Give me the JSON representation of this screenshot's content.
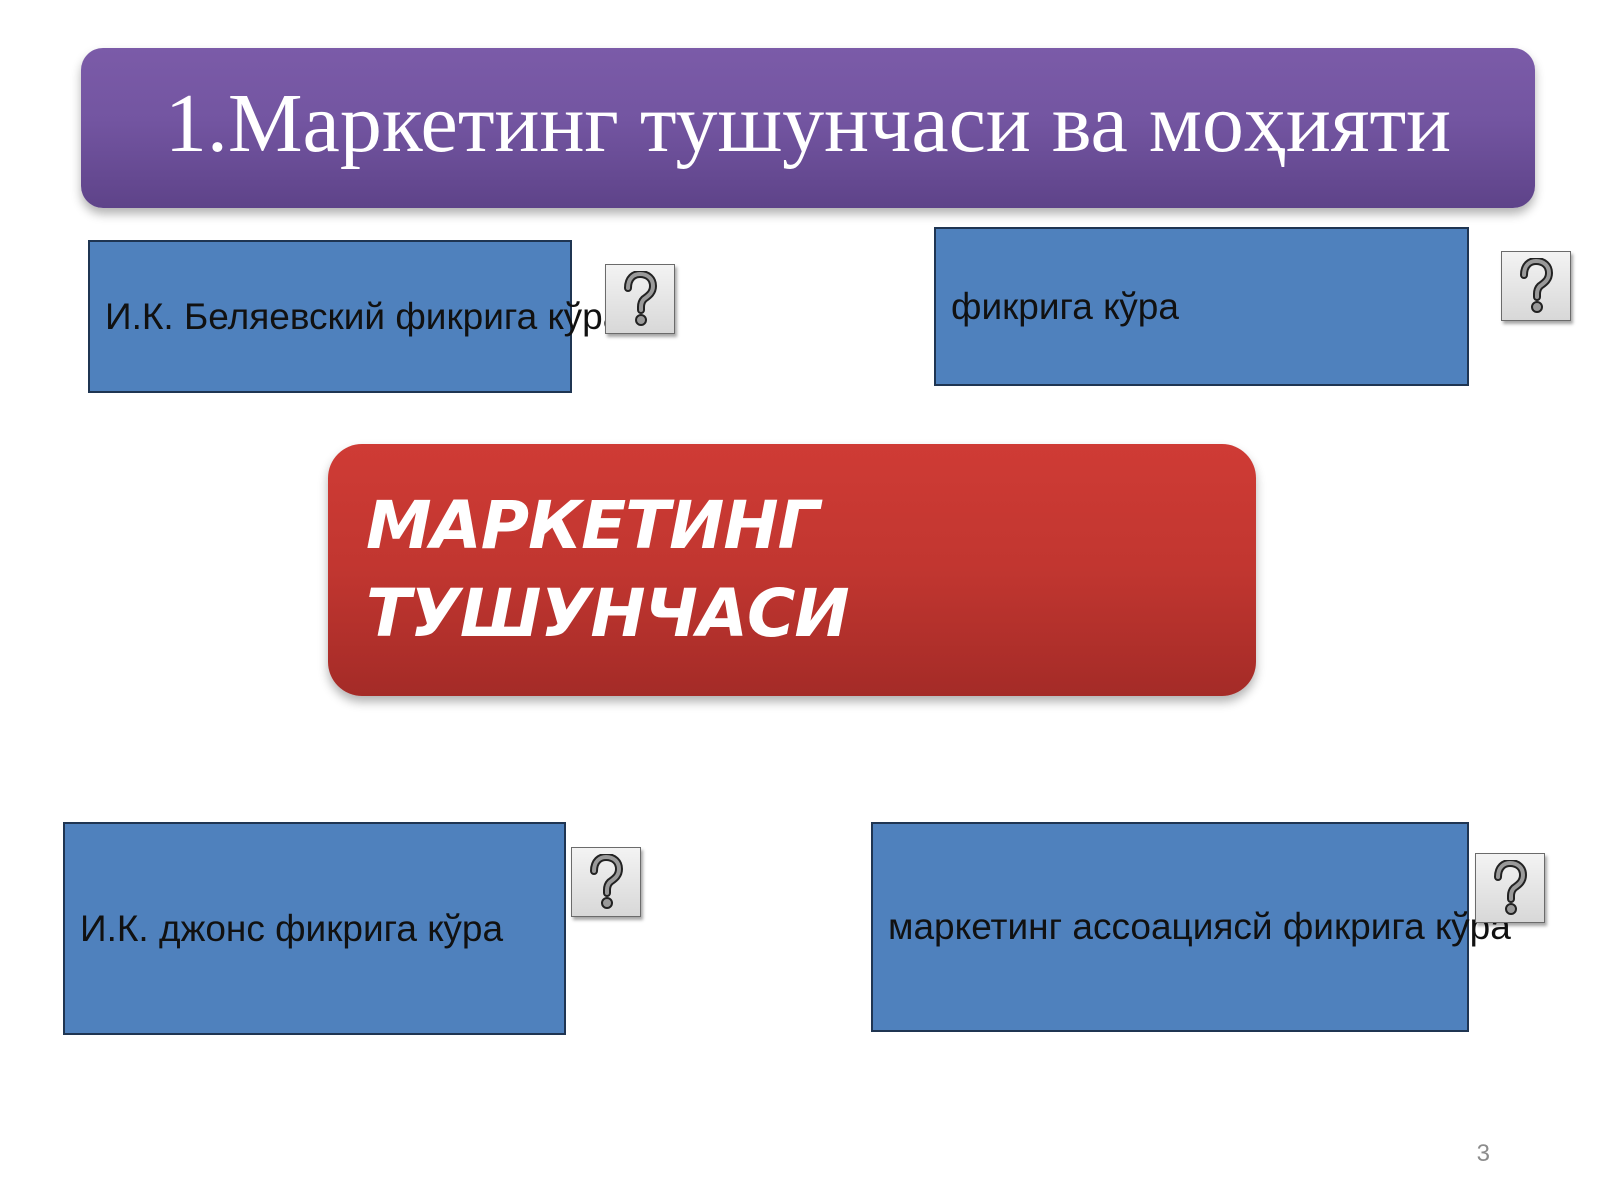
{
  "slide": {
    "title": "1.Маркетинг тушунчаси ва моҳияти",
    "center_box": {
      "line1": "МАРКЕТИНГ",
      "line2": "ТУШУНЧАСИ"
    },
    "boxes": [
      {
        "id": "top-left",
        "text": "И.К. Беляевский фикрига кўра"
      },
      {
        "id": "top-right",
        "text": "фикрига кўра"
      },
      {
        "id": "bottom-left",
        "text": "И.К. джонс фикрига кўра"
      },
      {
        "id": "bottom-right",
        "text": "маркетинг ассоациясй фикрига кўра"
      }
    ],
    "help_button_icon": "question-mark-icon",
    "page_number": "3"
  },
  "colors": {
    "title_banner": "#7355a1",
    "box_fill": "#4f81bd",
    "center_box": "#c13630",
    "page_number": "#8c8c8c"
  }
}
